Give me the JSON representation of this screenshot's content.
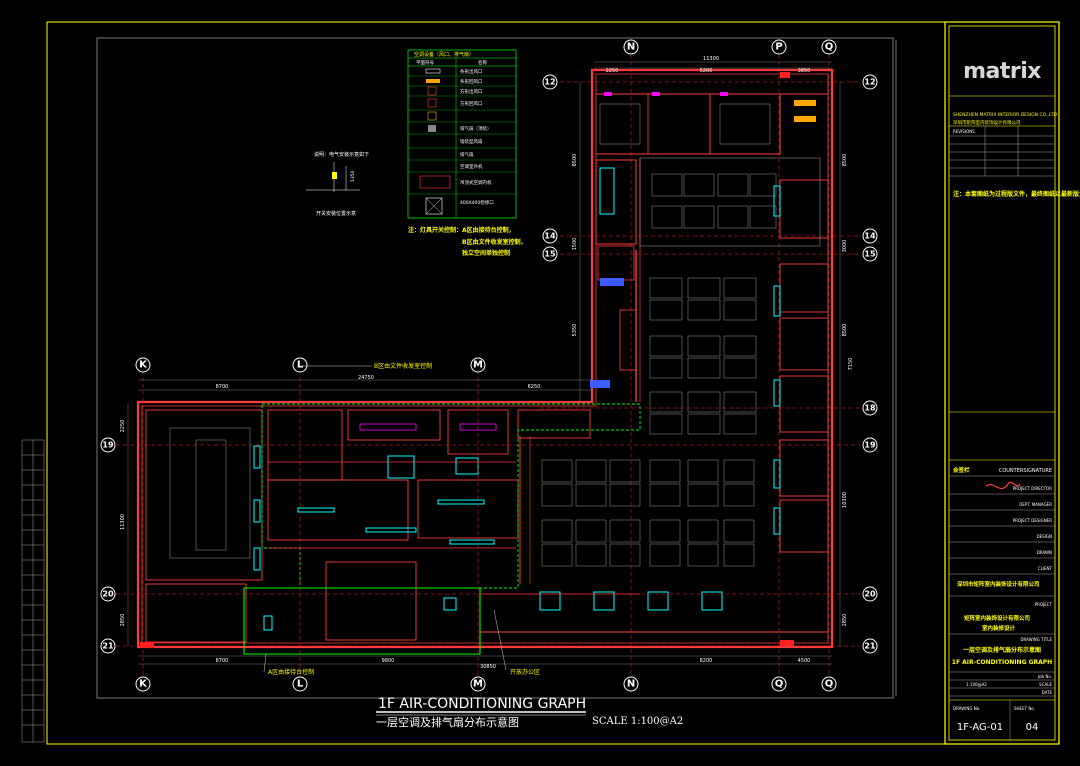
{
  "title_block": {
    "logo": "matrix",
    "company_en": "SHENZHEN MATRIX INTERIOR DESIGN CO.,LTD",
    "company_cn": "深圳市矩阵室内装饰设计有限公司",
    "note_cn": "注：本套图纸为过程版文件，最终图纸以最新版为准",
    "countersignature_cn": "会签栏",
    "countersignature_en": "COUNTERSIGNATURE",
    "roles": [
      "PROJECT DIRECTOR",
      "DEPT. MANAGER",
      "PROJECT DESIGNER",
      "DESIGN",
      "DRAWN",
      "CLIENT",
      "PROJECT"
    ],
    "client_cn": "深圳市矩阵室内装饰设计有限公司",
    "project_cn_1": "矩阵室内装饰设计有限公司",
    "project_cn_2": "室内装修设计",
    "drawing_title_label": "DRAWING TITLE",
    "drawing_title_cn": "一层空调及排气扇分布示意图",
    "drawing_title_en": "1F AIR-CONDITIONING GRAPH",
    "job_no_label": "Job No.",
    "scale_label": "SCALE",
    "scale_value": "1:100@A2",
    "date_label": "DATE",
    "drawing_no_label": "DRAWING No.",
    "sheet_no_label": "SHEET No.",
    "drawing_no": "1F-AG-01",
    "sheet_no": "04",
    "revisions_label": "REVISIONS"
  },
  "drawing": {
    "title_en": "1F AIR-CONDITIONING GRAPH",
    "title_cn": "一层空调及排气扇分布示意图",
    "scale": "SCALE  1:100@A2"
  },
  "grid_bubbles": {
    "top": [
      "N",
      "P",
      "Q"
    ],
    "left_top": [
      "K",
      "L",
      "M"
    ],
    "bottom": [
      "K",
      "L",
      "M",
      "N",
      "Q",
      "Q"
    ],
    "left_rows": [
      "12",
      "14",
      "15",
      "19",
      "20",
      "21"
    ],
    "right_rows": [
      "12",
      "14",
      "15",
      "18",
      "19",
      "20",
      "21"
    ]
  },
  "dimensions": {
    "top_total": "11300",
    "top_parts": [
      "2250",
      "5200",
      "3850"
    ],
    "left_total": "24750",
    "left_parts": [
      "8700",
      "6250"
    ],
    "bottom_parts": [
      "8700",
      "9800",
      "8200",
      "4500"
    ],
    "bottom_total": "30850",
    "left_side": [
      "2250",
      "11300",
      "2850"
    ],
    "right_side": [
      "8500",
      "3000",
      "8500",
      "7150",
      "10300",
      "2850"
    ],
    "mid_side": [
      "8500",
      "1500",
      "5350"
    ]
  },
  "annotations": {
    "legend_note_1": "注：灯具开关控制：A区由接待台控制，",
    "legend_note_2": "B区由文件收发室控制，",
    "legend_note_3": "独立空间单独控制",
    "b_zone": "B区由文件收发室控制",
    "a_zone": "A区由接待台控制",
    "open_office": "开放办公区",
    "switch_note": "说明：电气安装示意如下",
    "switch_label": "开关安装位置示意",
    "switch_height": "1350"
  },
  "legend": {
    "header": "空调设备（风口、排气扇）",
    "col_symbol": "平面符号",
    "col_desc": "名称",
    "items": [
      "条形出风口",
      "条形回风口",
      "方形出风口",
      "方形回风口",
      "排气扇（顶装）",
      "墙装型风扇",
      "排气扇",
      "空调室外机",
      "吊顶式空调内机",
      "400X400检修口"
    ]
  },
  "colors": {
    "background": "#000000",
    "wall": "#ff3b3b",
    "frame": "#ffff00",
    "text": "#ffffff",
    "zone": "#00ff00",
    "cyan": "#00ffff",
    "blue": "#3b5bff",
    "grid_line": "#ff2020"
  }
}
